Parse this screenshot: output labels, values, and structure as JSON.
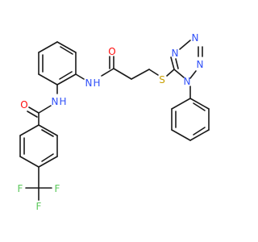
{
  "molecule": {
    "atoms": {
      "oxygen_amide_1": {
        "text": "O",
        "color": "#ff0d0d"
      },
      "oxygen_amide_2": {
        "text": "O",
        "color": "#ff0d0d"
      },
      "nitrogen_nh_1": {
        "text": "N",
        "h": "H",
        "color": "#3050f8"
      },
      "nitrogen_nh_2": {
        "text": "N",
        "h": "H",
        "color": "#3050f8"
      },
      "sulfur": {
        "text": "S",
        "color": "#c8a000"
      },
      "tetrazole_n1": {
        "text": "N",
        "color": "#3050f8"
      },
      "tetrazole_n2": {
        "text": "N",
        "color": "#3050f8"
      },
      "tetrazole_n3": {
        "text": "N",
        "color": "#3050f8"
      },
      "tetrazole_n4": {
        "text": "N",
        "color": "#3050f8"
      },
      "fluorine_1": {
        "text": "F",
        "color": "#5bc85b"
      },
      "fluorine_2": {
        "text": "F",
        "color": "#5bc85b"
      },
      "fluorine_3": {
        "text": "F",
        "color": "#5bc85b"
      }
    },
    "bond_color": "#1a1a1a"
  }
}
